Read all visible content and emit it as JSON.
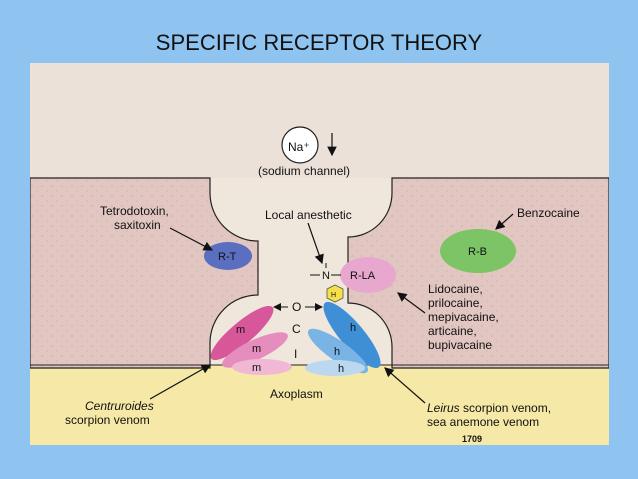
{
  "slide": {
    "title": "SPECIFIC RECEPTOR THEORY"
  },
  "figure": {
    "ion": "Na⁺",
    "channel_label": "(sodium channel)",
    "toxin_label_1": "Tetrodotoxin,",
    "toxin_label_2": "saxitoxin",
    "local_anesthetic_label": "Local anesthetic",
    "benzocaine_label": "Benzocaine",
    "receptor_rt": "R-T",
    "receptor_rb": "R-B",
    "receptor_rla": "R-LA",
    "drug_n": "N",
    "drug_h": "H",
    "gate_o": "O",
    "gate_c": "C",
    "gate_i": "I",
    "subunit_m1": "m",
    "subunit_m2": "m",
    "subunit_m3": "m",
    "subunit_h1": "h",
    "subunit_h2": "h",
    "subunit_h3": "h",
    "drugs_list": [
      "Lidocaine,",
      "prilocaine,",
      "mepivacaine,",
      "articaine,",
      "bupivacaine"
    ],
    "axoplasm_label": "Axoplasm",
    "centruroides_label_1": "Centruroides",
    "centruroides_label_2": "scorpion venom",
    "leirus_label_1": "Leirus",
    "leirus_label_2": " scorpion venom,",
    "leirus_label_3": "sea anemone venom",
    "page_number": "1709",
    "colors": {
      "background": "#8fc3f0",
      "membrane": "#e4c9c4",
      "axoplasm": "#f6e8a6",
      "receptor_rt": "#5b6fc0",
      "receptor_rb": "#7cc466",
      "receptor_rla": "#e8a7cf",
      "m_subunit": "#d8579a",
      "h_subunit": "#3f8fd6"
    }
  }
}
